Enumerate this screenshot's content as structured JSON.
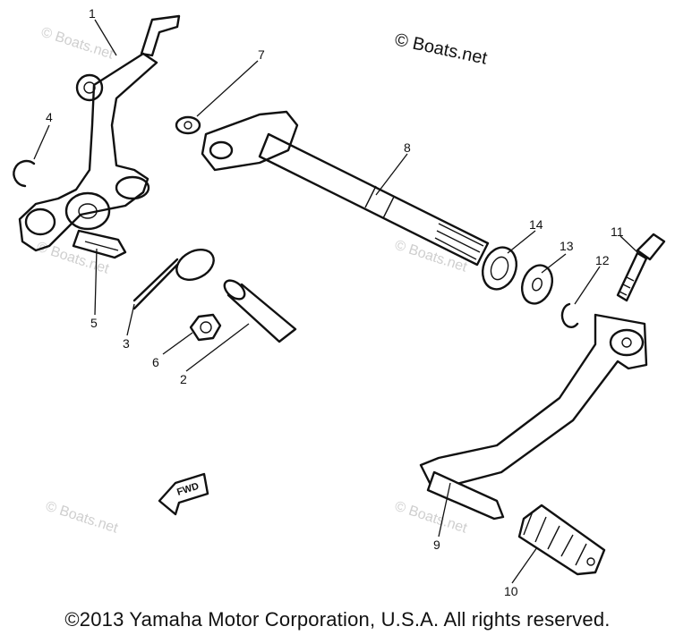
{
  "brand_watermark": "© Boats.net",
  "faint_watermarks": [
    "© Boats.net",
    "© Boats.net",
    "© Boats.net",
    "© Boats.net",
    "© Boats.net"
  ],
  "part_numbers": [
    "1",
    "2",
    "3",
    "4",
    "5",
    "6",
    "7",
    "8",
    "9",
    "10",
    "11",
    "12",
    "13",
    "14"
  ],
  "fwd_arrow_label": "FWD",
  "copyright": "©2013 Yamaha Motor Corporation, U.S.A. All rights reserved."
}
